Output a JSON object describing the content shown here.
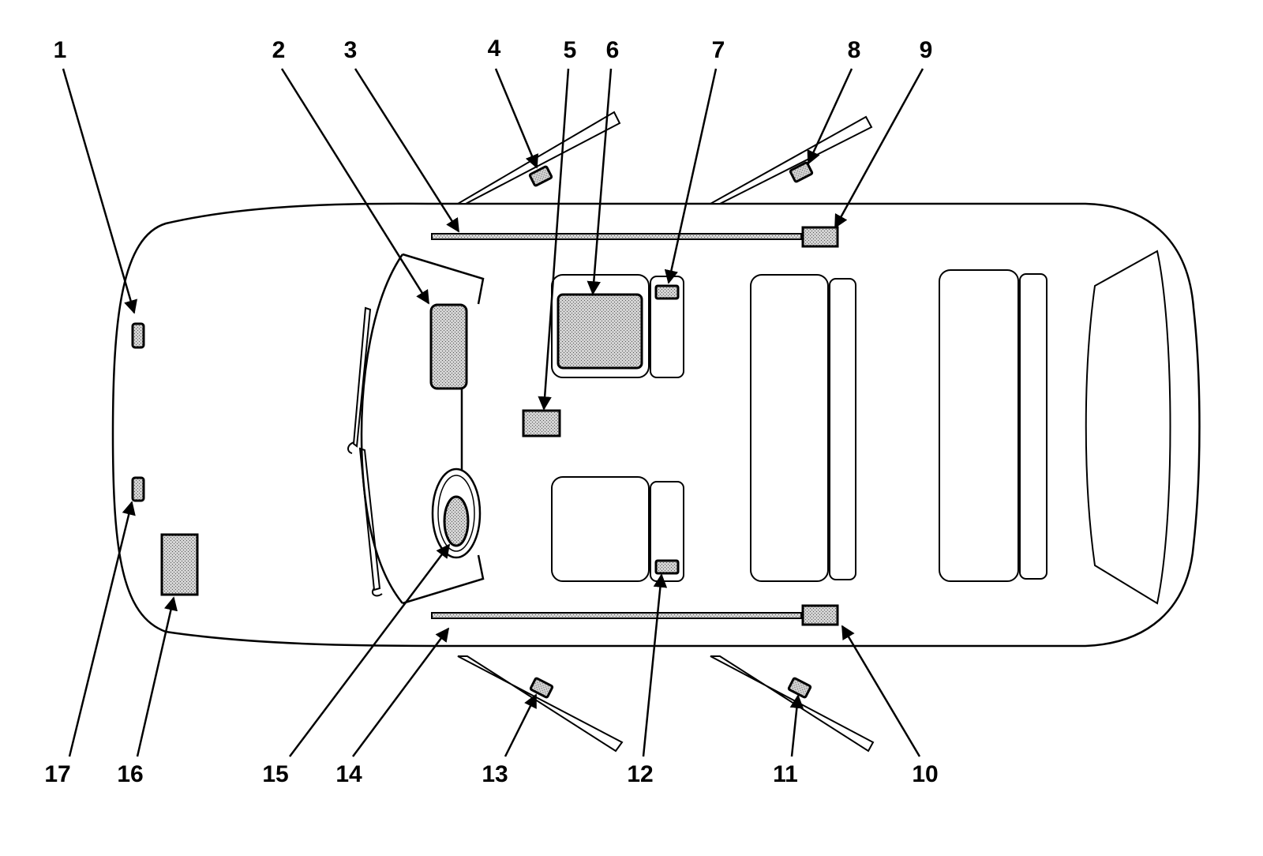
{
  "colors": {
    "line": "#000000",
    "background": "#ffffff",
    "component_fill": "#bdbdbd"
  },
  "callouts": [
    {
      "id": "1",
      "label": "1"
    },
    {
      "id": "2",
      "label": "2"
    },
    {
      "id": "3",
      "label": "3"
    },
    {
      "id": "4",
      "label": "4"
    },
    {
      "id": "5",
      "label": "5"
    },
    {
      "id": "6",
      "label": "6"
    },
    {
      "id": "7",
      "label": "7"
    },
    {
      "id": "8",
      "label": "8"
    },
    {
      "id": "9",
      "label": "9"
    },
    {
      "id": "10",
      "label": "10"
    },
    {
      "id": "11",
      "label": "11"
    },
    {
      "id": "12",
      "label": "12"
    },
    {
      "id": "13",
      "label": "13"
    },
    {
      "id": "14",
      "label": "14"
    },
    {
      "id": "15",
      "label": "15"
    },
    {
      "id": "16",
      "label": "16"
    },
    {
      "id": "17",
      "label": "17"
    }
  ]
}
